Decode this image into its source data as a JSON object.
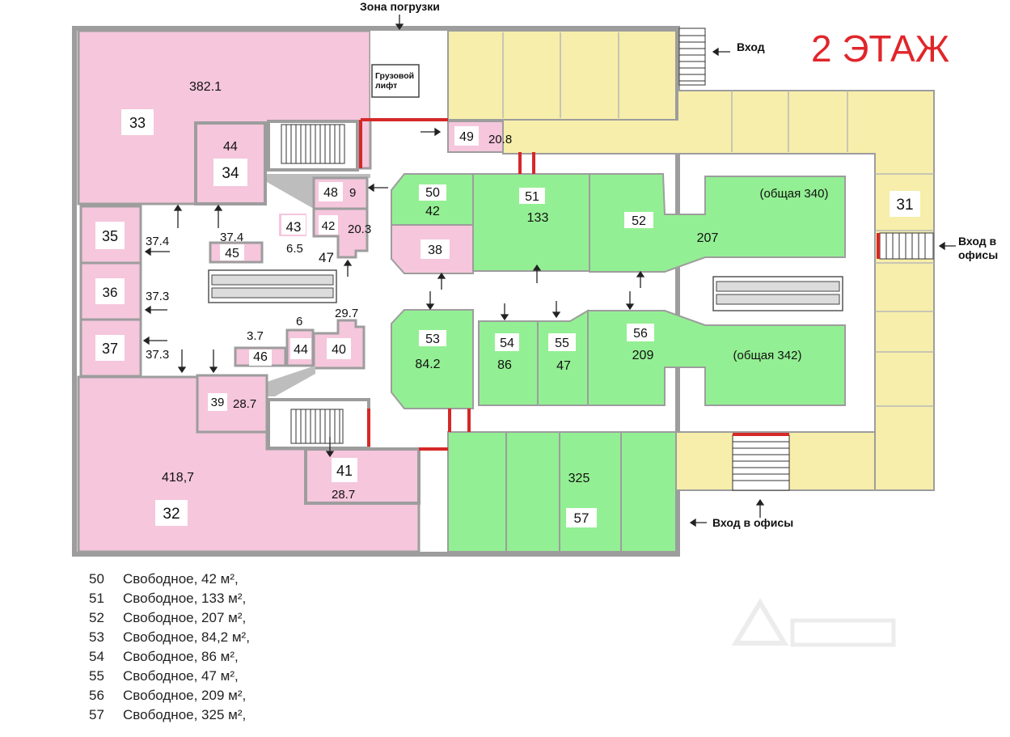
{
  "floor_title": "2 ЭТАЖ",
  "labels": {
    "loading_zone": "Зона погрузки",
    "entrance": "Вход",
    "office_entrance_right": [
      "Вход в",
      "офисы"
    ],
    "office_entrance_bottom": "Вход в офисы",
    "freight_lift": [
      "Грузовой",
      "лифт"
    ]
  },
  "units": {
    "u33": {
      "num": "33",
      "area": "382.1"
    },
    "u44a": {
      "num": "34",
      "area": "44"
    },
    "u35": {
      "num": "35",
      "area": "37.4"
    },
    "u36": {
      "num": "36",
      "area": "37.3"
    },
    "u37": {
      "num": "37",
      "area": "37.3"
    },
    "u45": {
      "num": "45",
      "area": "37.4"
    },
    "u43": {
      "num": "43",
      "area": "6.5"
    },
    "u48": {
      "num": "48",
      "area": "9"
    },
    "u42": {
      "num": "42",
      "area": "20.3"
    },
    "u47": {
      "area": "47"
    },
    "u49": {
      "num": "49",
      "area": "20.8"
    },
    "u46": {
      "num": "46",
      "area": "3.7"
    },
    "u44b": {
      "num": "44",
      "area": "6"
    },
    "u40": {
      "num": "40",
      "area": "29.7"
    },
    "u39": {
      "num": "39",
      "area": "28.7"
    },
    "u41": {
      "num": "41",
      "area": "28.7"
    },
    "u32": {
      "num": "32",
      "area": "418,7"
    },
    "u31": {
      "num": "31"
    },
    "u50": {
      "num": "50",
      "area": "42"
    },
    "u38": {
      "num": "38"
    },
    "u51": {
      "num": "51",
      "area": "133"
    },
    "u52": {
      "num": "52",
      "area": "207",
      "total": "(общая 340)"
    },
    "u53": {
      "num": "53",
      "area": "84.2"
    },
    "u54": {
      "num": "54",
      "area": "86"
    },
    "u55": {
      "num": "55",
      "area": "47"
    },
    "u56": {
      "num": "56",
      "area": "209",
      "total": "(общая 342)"
    },
    "u57": {
      "num": "57",
      "area": "325"
    }
  },
  "legend": [
    {
      "num": "50",
      "text": "Свободное, 42 м², "
    },
    {
      "num": "51",
      "text": "Свободное, 133 м²,"
    },
    {
      "num": "52",
      "text": "Свободное, 207 м²,"
    },
    {
      "num": "53",
      "text": "Свободное, 84,2 м²,"
    },
    {
      "num": "54",
      "text": "Свободное, 86 м²,"
    },
    {
      "num": "55",
      "text": "Свободное, 47 м²,"
    },
    {
      "num": "56",
      "text": "Свободное, 209 м²,"
    },
    {
      "num": "57",
      "text": "Свободное, 325 м²,"
    }
  ],
  "colors": {
    "occupied": "#f5c6dc",
    "free": "#93ef93",
    "office": "#f6eeaa",
    "wall": "#9d9d9d",
    "door": "#d62828",
    "title": "#e0262a"
  }
}
